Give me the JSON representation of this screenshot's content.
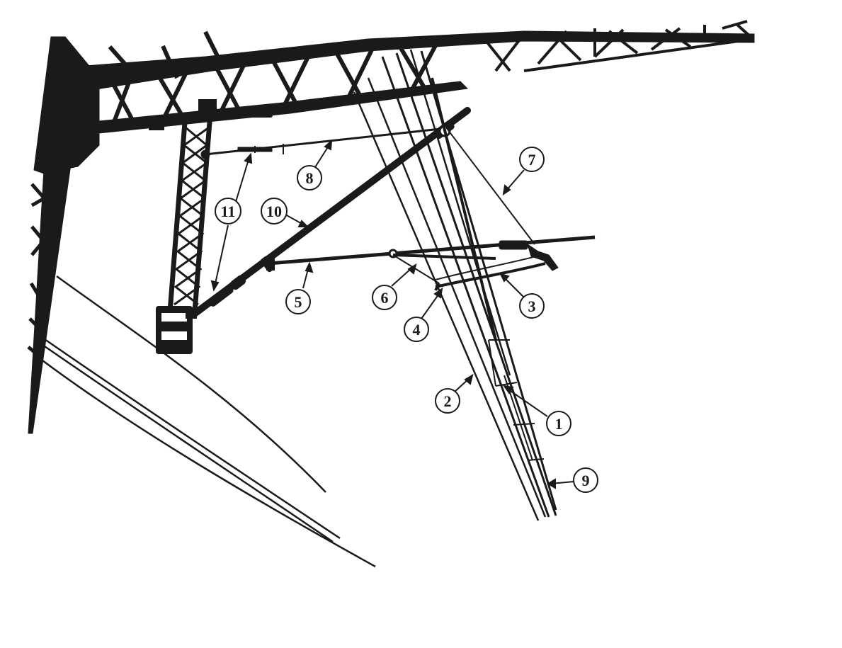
{
  "colors": {
    "ink": "#1a1a1a",
    "paper": "#ffffff"
  },
  "callouts": [
    {
      "id": "callout-1",
      "label": "1"
    },
    {
      "id": "callout-2",
      "label": "2"
    },
    {
      "id": "callout-3",
      "label": "3"
    },
    {
      "id": "callout-4",
      "label": "4"
    },
    {
      "id": "callout-5",
      "label": "5"
    },
    {
      "id": "callout-6",
      "label": "6"
    },
    {
      "id": "callout-7",
      "label": "7"
    },
    {
      "id": "callout-8",
      "label": "8"
    },
    {
      "id": "callout-9",
      "label": "9"
    },
    {
      "id": "callout-10",
      "label": "10"
    },
    {
      "id": "callout-11",
      "label": "11"
    }
  ]
}
